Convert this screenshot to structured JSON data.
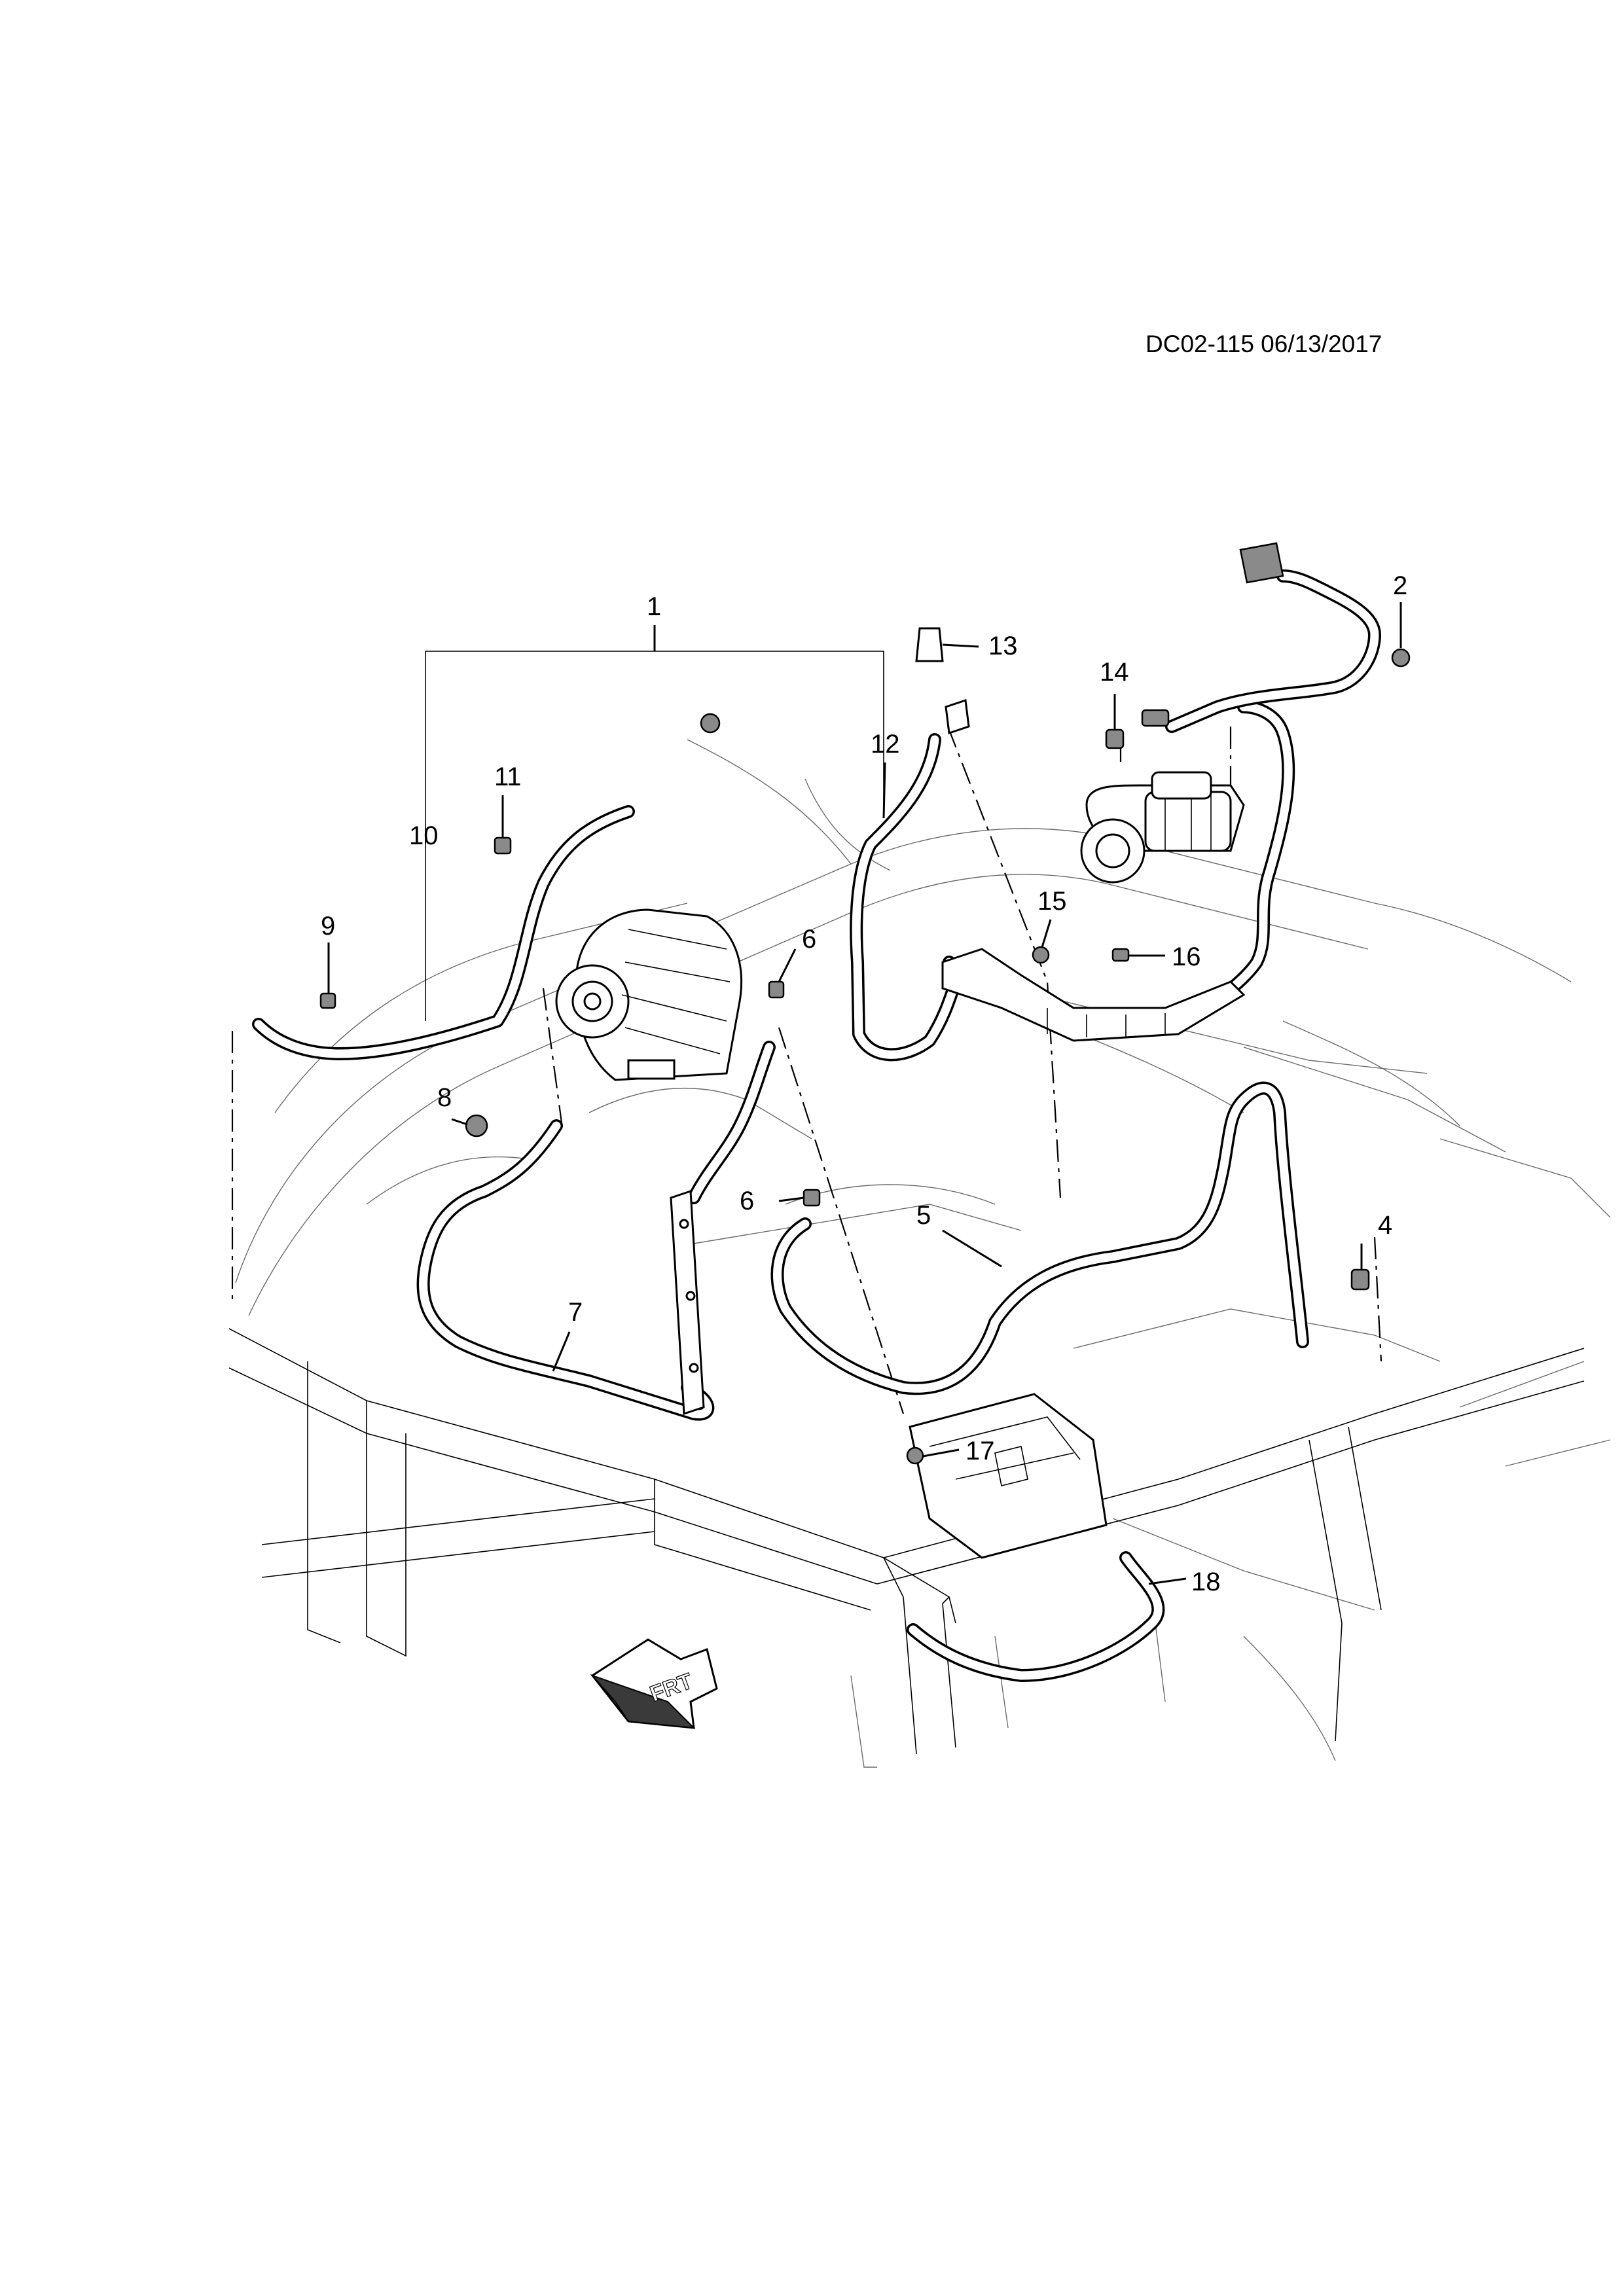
{
  "document_ref": "DC02-115 06/13/2017",
  "front_indicator": "FRT",
  "callouts": [
    {
      "id": "c1",
      "label": "1"
    },
    {
      "id": "c2",
      "label": "2"
    },
    {
      "id": "c4",
      "label": "4"
    },
    {
      "id": "c5",
      "label": "5"
    },
    {
      "id": "c6a",
      "label": "6"
    },
    {
      "id": "c6b",
      "label": "6"
    },
    {
      "id": "c7",
      "label": "7"
    },
    {
      "id": "c8",
      "label": "8"
    },
    {
      "id": "c9",
      "label": "9"
    },
    {
      "id": "c10",
      "label": "10"
    },
    {
      "id": "c11",
      "label": "11"
    },
    {
      "id": "c12",
      "label": "12"
    },
    {
      "id": "c13",
      "label": "13"
    },
    {
      "id": "c14",
      "label": "14"
    },
    {
      "id": "c15",
      "label": "15"
    },
    {
      "id": "c16",
      "label": "16"
    },
    {
      "id": "c17",
      "label": "17"
    },
    {
      "id": "c18",
      "label": "18"
    }
  ]
}
